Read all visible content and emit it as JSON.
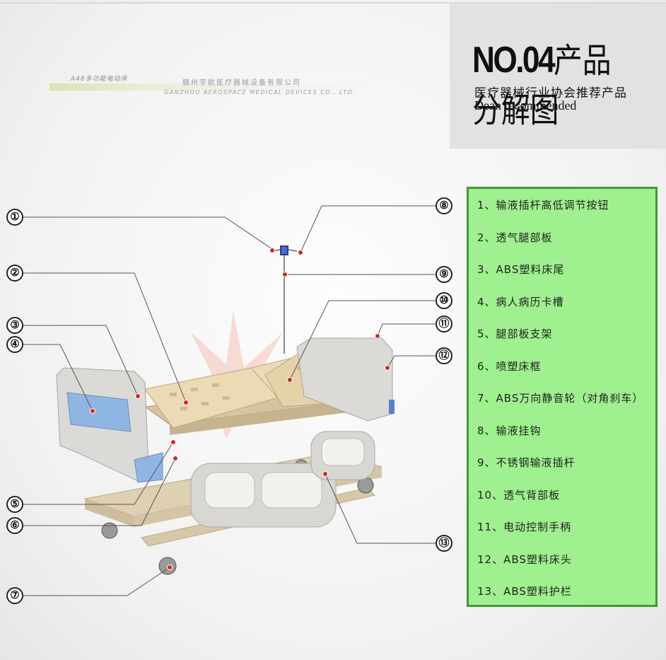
{
  "header": {
    "model_label": "A48多功能电动床",
    "company_cn": "赣州宇航医疗器械设备有限公司",
    "company_en": "GANZHOU AEROSPACE MEDICAL DEVICES CO., LTD.",
    "title_no": "NO.04",
    "title_cn": "产品分解图",
    "subtitle_cn": "医疗器械行业协会推荐产品",
    "subtitle_en": "Dean recommended"
  },
  "callouts": [
    "①",
    "②",
    "③",
    "④",
    "⑤",
    "⑥",
    "⑦",
    "⑧",
    "⑨",
    "⑩",
    "⑪",
    "⑫",
    "⑬"
  ],
  "legend": {
    "items": [
      "1、输液插杆高低调节按钮",
      "2、透气腿部板",
      "3、ABS塑料床尾",
      "4、病人病历卡槽",
      "5、腿部板支架",
      "6、喷塑床框",
      "7、ABS万向静音轮（对角刹车）",
      "8、输液挂钩",
      "9、不锈钢输液插杆",
      "10、透气背部板",
      "11、电动控制手柄",
      "12、ABS塑料床头",
      "13、ABS塑料护栏"
    ]
  },
  "colors": {
    "legend_bg": "#9ff08e",
    "legend_border": "#3f9a35",
    "bed_beige": "#e9d6b2",
    "bed_frame": "#d8c6a4",
    "panel_grey": "#c9c9c9",
    "accent_blue": "#8fb6e3",
    "dot_red": "#d9261c"
  }
}
